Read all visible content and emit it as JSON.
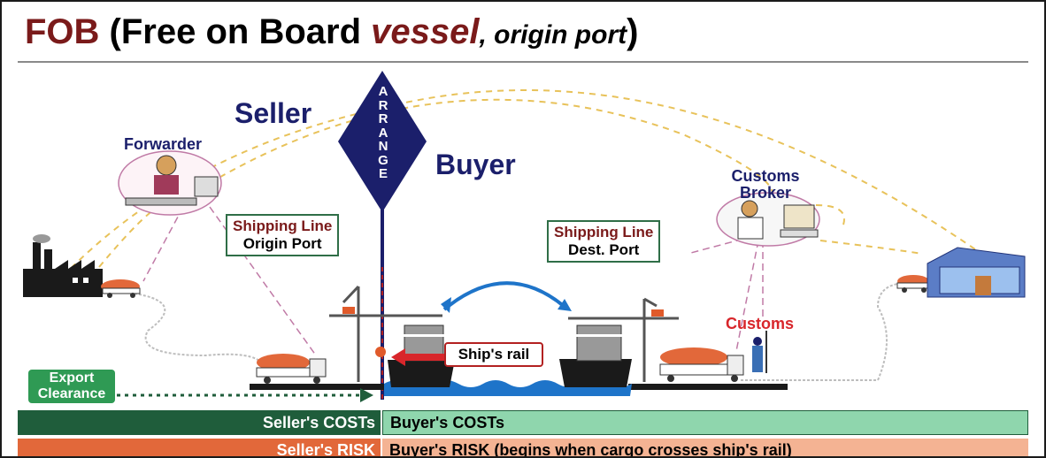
{
  "title": {
    "fob": "FOB",
    "paren_open": " (Free on Board ",
    "vessel": "vessel",
    "origin": ", origin port",
    "paren_close": ")"
  },
  "labels": {
    "seller": "Seller",
    "buyer": "Buyer",
    "arrange": "ARRANGE",
    "forwarder": "Forwarder",
    "customs_broker": "Customs Broker",
    "customs": "Customs",
    "ships_rail": "Ship's rail",
    "export_clearance": "Export Clearance"
  },
  "boxes": {
    "origin_line": "Shipping Line",
    "origin_port": "Origin Port",
    "dest_line": "Shipping Line",
    "dest_port": "Dest. Port"
  },
  "bars": {
    "seller_costs": "Seller's COSTs",
    "buyer_costs": "Buyer's COSTs",
    "seller_risk": "Seller's RISK",
    "buyer_risk": "Buyer's RISK (begins when cargo crosses ship's rail)"
  },
  "colors": {
    "seller_costs": "#1f5d3b",
    "buyer_costs": "#8fd6ad",
    "seller_risk": "#e2683a",
    "buyer_risk": "#f4b393",
    "navy": "#1b1f6b",
    "maroon": "#7a1a1a",
    "customs_red": "#d8262b"
  }
}
